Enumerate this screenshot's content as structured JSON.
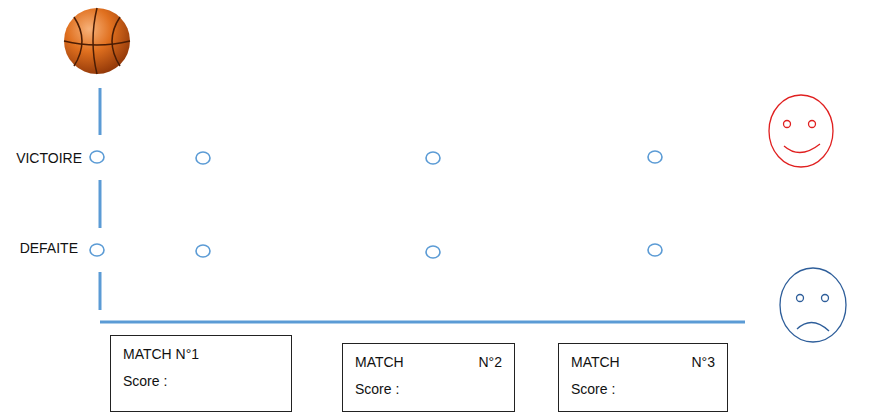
{
  "diagram": {
    "nodes": [
      {
        "text": [
          "MATCH N°1",
          "Score :"
        ]
      },
      {
        "text": [
          "MATCH N°2",
          "Score :"
        ]
      },
      {
        "text": [
          "MATCH N°3",
          "Score :"
        ]
      }
    ],
    "labels": [
      "VICTOIRE",
      "DEFAITE"
    ]
  }
}
